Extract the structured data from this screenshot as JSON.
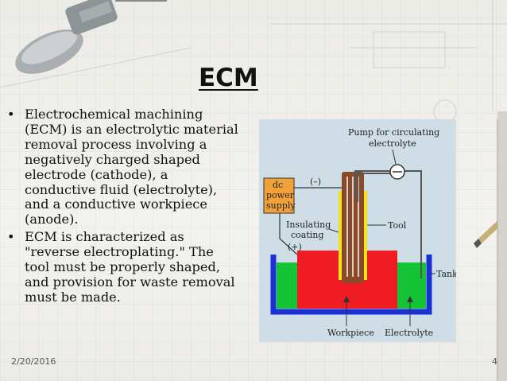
{
  "slide": {
    "title": "ECM",
    "bullets": [
      "Electrochemical machining (ECM) is an electrolytic material removal process involving a negatively charged shaped electrode (cathode), a conductive fluid (electrolyte), and a conductive workpiece (anode).",
      "ECM is characterized as \"reverse electroplating.\"  The tool must be properly shaped, and provision for waste removal  must be made."
    ],
    "bullet_symbol": "•",
    "date": "2/20/2016",
    "page_number": "4"
  },
  "diagram": {
    "pump_label_1": "Pump for circulating",
    "pump_label_2": "electrolyte",
    "neg_sign": "(–)",
    "pos_sign": "(+)",
    "dc_1": "dc",
    "dc_2": "power",
    "dc_3": "supply",
    "insul_1": "Insulating",
    "insul_2": "coating",
    "tool": "Tool",
    "tank": "Tank",
    "workpiece": "Workpiece",
    "electrolyte": "Electrolyte",
    "colors": {
      "panel": "#cfdde6",
      "workpiece": "#ef1c24",
      "electrolyte": "#14c436",
      "tank": "#1b2fd6",
      "tool": "#8a4a2a",
      "dc_box": "#f2a13a"
    }
  }
}
